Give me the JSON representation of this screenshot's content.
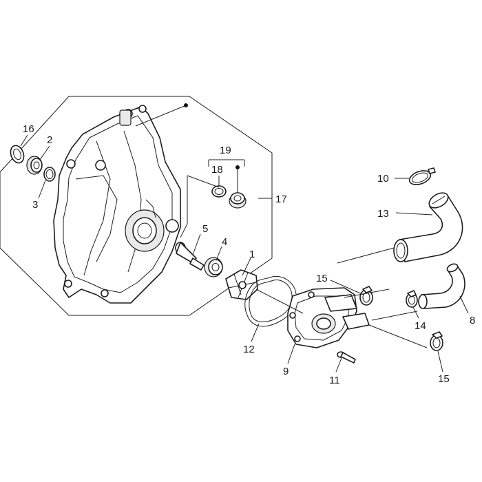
{
  "diagram": {
    "labels": {
      "l1": "1",
      "l2": "2",
      "l3": "3",
      "l4": "4",
      "l5": "5",
      "l8": "8",
      "l9": "9",
      "l10": "10",
      "l11": "11",
      "l12": "12",
      "l13": "13",
      "l14": "14",
      "l15a": "15",
      "l15b": "15",
      "l16": "16",
      "l17": "17",
      "l18": "18",
      "l19": "19"
    }
  }
}
